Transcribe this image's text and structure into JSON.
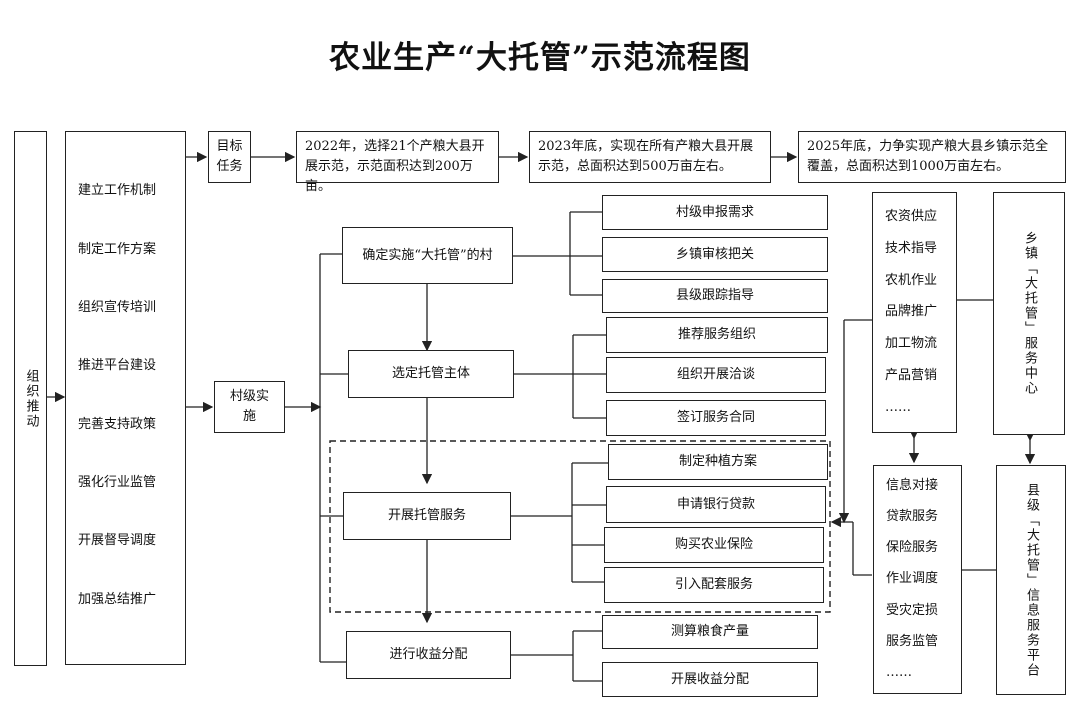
{
  "title": "农业生产“大托管”示范流程图",
  "organize": "组织推动",
  "measures": [
    "建立工作机制",
    "制定工作方案",
    "组织宣传培训",
    "推进平台建设",
    "完善支持政策",
    "强化行业监管",
    "开展督导调度",
    "加强总结推广"
  ],
  "goal_label": "目标任务",
  "goals": [
    "2022年，选择21个产粮大县开展示范，示范面积达到200万亩。",
    "2023年底，实现在所有产粮大县开展示范，总面积达到500万亩左右。",
    "2025年底，力争实现产粮大县乡镇示范全覆盖，总面积达到1000万亩左右。"
  ],
  "village_label": "村级实施",
  "steps": [
    {
      "label": "确定实施“大托管”的村",
      "subs": [
        "村级申报需求",
        "乡镇审核把关",
        "县级跟踪指导"
      ]
    },
    {
      "label": "选定托管主体",
      "subs": [
        "推荐服务组织",
        "组织开展洽谈",
        "签订服务合同"
      ]
    },
    {
      "label": "开展托管服务",
      "subs": [
        "制定种植方案",
        "申请银行贷款",
        "购买农业保险",
        "引入配套服务"
      ]
    },
    {
      "label": "进行收益分配",
      "subs": [
        "测算粮食产量",
        "开展收益分配"
      ]
    }
  ],
  "town_services": [
    "农资供应",
    "技术指导",
    "农机作业",
    "品牌推广",
    "加工物流",
    "产品营销",
    "……"
  ],
  "town_center": "乡镇「大托管」服务中心",
  "county_services": [
    "信息对接",
    "贷款服务",
    "保险服务",
    "作业调度",
    "受灾定损",
    "服务监管",
    "……"
  ],
  "county_platform": "县级「大托管」信息服务平台"
}
